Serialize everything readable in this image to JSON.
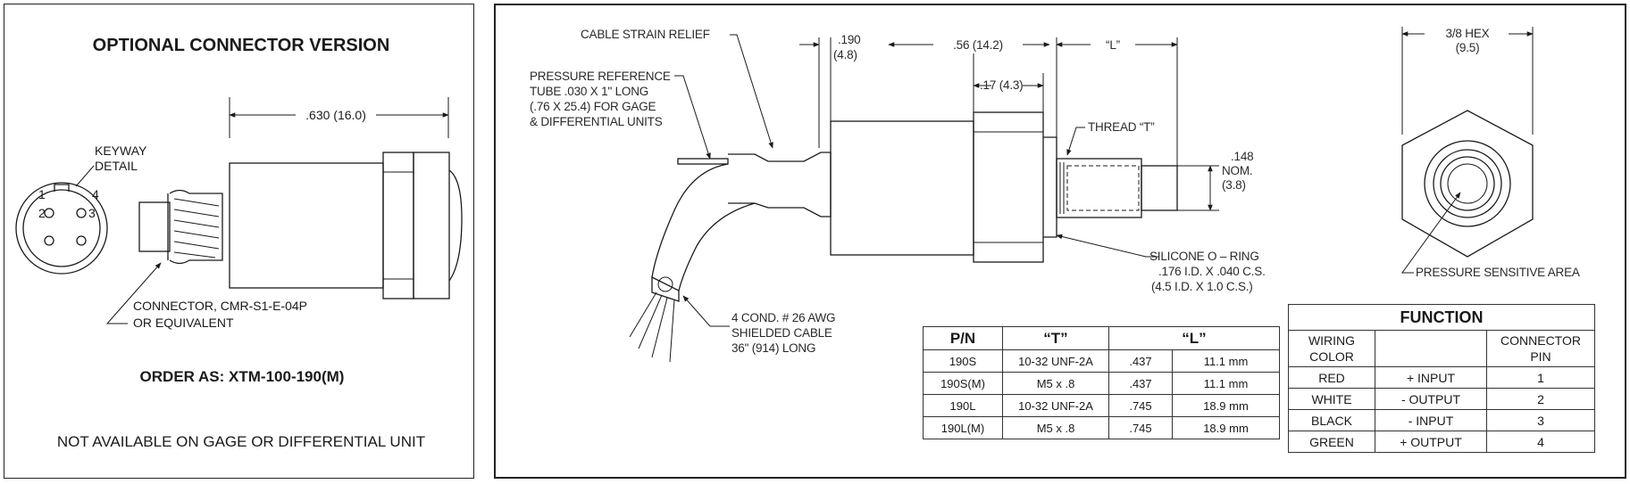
{
  "left": {
    "title": "OPTIONAL CONNECTOR VERSION",
    "dim_length": ".630 (16.0)",
    "keyway_label_1": "KEYWAY",
    "keyway_label_2": "DETAIL",
    "pins": [
      "1",
      "2",
      "3",
      "4"
    ],
    "connector_label_1": "CONNECTOR, CMR-S1-E-04P",
    "connector_label_2": "OR EQUIVALENT",
    "order_as": "ORDER AS:  XTM-100-190(M)",
    "note": "NOT AVAILABLE ON  GAGE OR DIFFERENTIAL UNIT"
  },
  "right": {
    "cable_strain_relief": "CABLE STRAIN RELIEF",
    "pressure_ref": [
      "PRESSURE REFERENCE",
      "TUBE .030 X 1\" LONG",
      "(.76 X 25.4) FOR GAGE",
      "& DIFFERENTIAL UNITS"
    ],
    "dim_190": ".190",
    "dim_190_mm": "(4.8)",
    "dim_56": ".56 (14.2)",
    "dim_L": "“L”",
    "dim_17": ".17 (4.3)",
    "thread_label": "THREAD “T”",
    "dim_148": ".148",
    "dim_148_nom": "NOM.",
    "dim_148_mm": "(3.8)",
    "hex_label": "3/8 HEX",
    "hex_mm": "(9.5)",
    "pressure_sensitive": "PRESSURE SENSITIVE AREA",
    "oring": [
      "SILICONE O – RING",
      ".176 I.D. X .040 C.S.",
      "(4.5 I.D. X 1.0 C.S.)"
    ],
    "cable": [
      "4 COND. # 26 AWG",
      "SHIELDED CABLE",
      "36\" (914) LONG"
    ]
  },
  "pn_table": {
    "headers": [
      "P/N",
      "“T”",
      "“L”"
    ],
    "rows": [
      [
        "190S",
        "10-32 UNF-2A",
        ".437",
        "11.1 mm"
      ],
      [
        "190S(M)",
        "M5 x .8",
        ".437",
        "11.1 mm"
      ],
      [
        "190L",
        "10-32 UNF-2A",
        ".745",
        "18.9 mm"
      ],
      [
        "190L(M)",
        "M5 x .8",
        ".745",
        "18.9 mm"
      ]
    ]
  },
  "fn_table": {
    "title": "FUNCTION",
    "header_col1": [
      "WIRING",
      "COLOR"
    ],
    "header_col3": [
      "CONNECTOR",
      "PIN"
    ],
    "rows": [
      [
        "RED",
        "+ INPUT",
        "1"
      ],
      [
        "WHITE",
        "- OUTPUT",
        "2"
      ],
      [
        "BLACK",
        "- INPUT",
        "3"
      ],
      [
        "GREEN",
        "+ OUTPUT",
        "4"
      ]
    ]
  }
}
